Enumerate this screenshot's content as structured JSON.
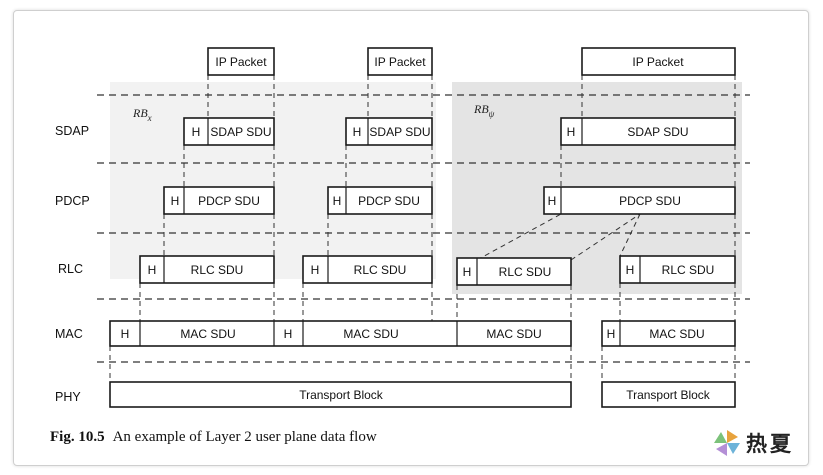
{
  "layers": [
    {
      "id": "sdap",
      "label": "SDAP"
    },
    {
      "id": "pdcp",
      "label": "PDCP"
    },
    {
      "id": "rlc",
      "label": "RLC"
    },
    {
      "id": "mac",
      "label": "MAC"
    },
    {
      "id": "phy",
      "label": "PHY"
    }
  ],
  "radio_bearers": {
    "rb_x": {
      "base": "RB",
      "sub": "x"
    },
    "rb_y": {
      "base": "RB",
      "sub": "ψ"
    }
  },
  "boxes": {
    "ip_packet": "IP Packet",
    "header": "H",
    "sdap_sdu": "SDAP SDU",
    "pdcp_sdu": "PDCP SDU",
    "rlc_sdu": "RLC SDU",
    "mac_sdu": "MAC SDU",
    "transport_block": "Transport Block"
  },
  "caption": {
    "number": "Fig. 10.5",
    "text": "An example of Layer 2 user plane data flow"
  },
  "watermark": {
    "text": "热夏"
  },
  "colors": {
    "shade_rb_x": "#f2f2f2",
    "shade_rb_y": "#e4e4e4",
    "lines": "#1a1a1a"
  }
}
